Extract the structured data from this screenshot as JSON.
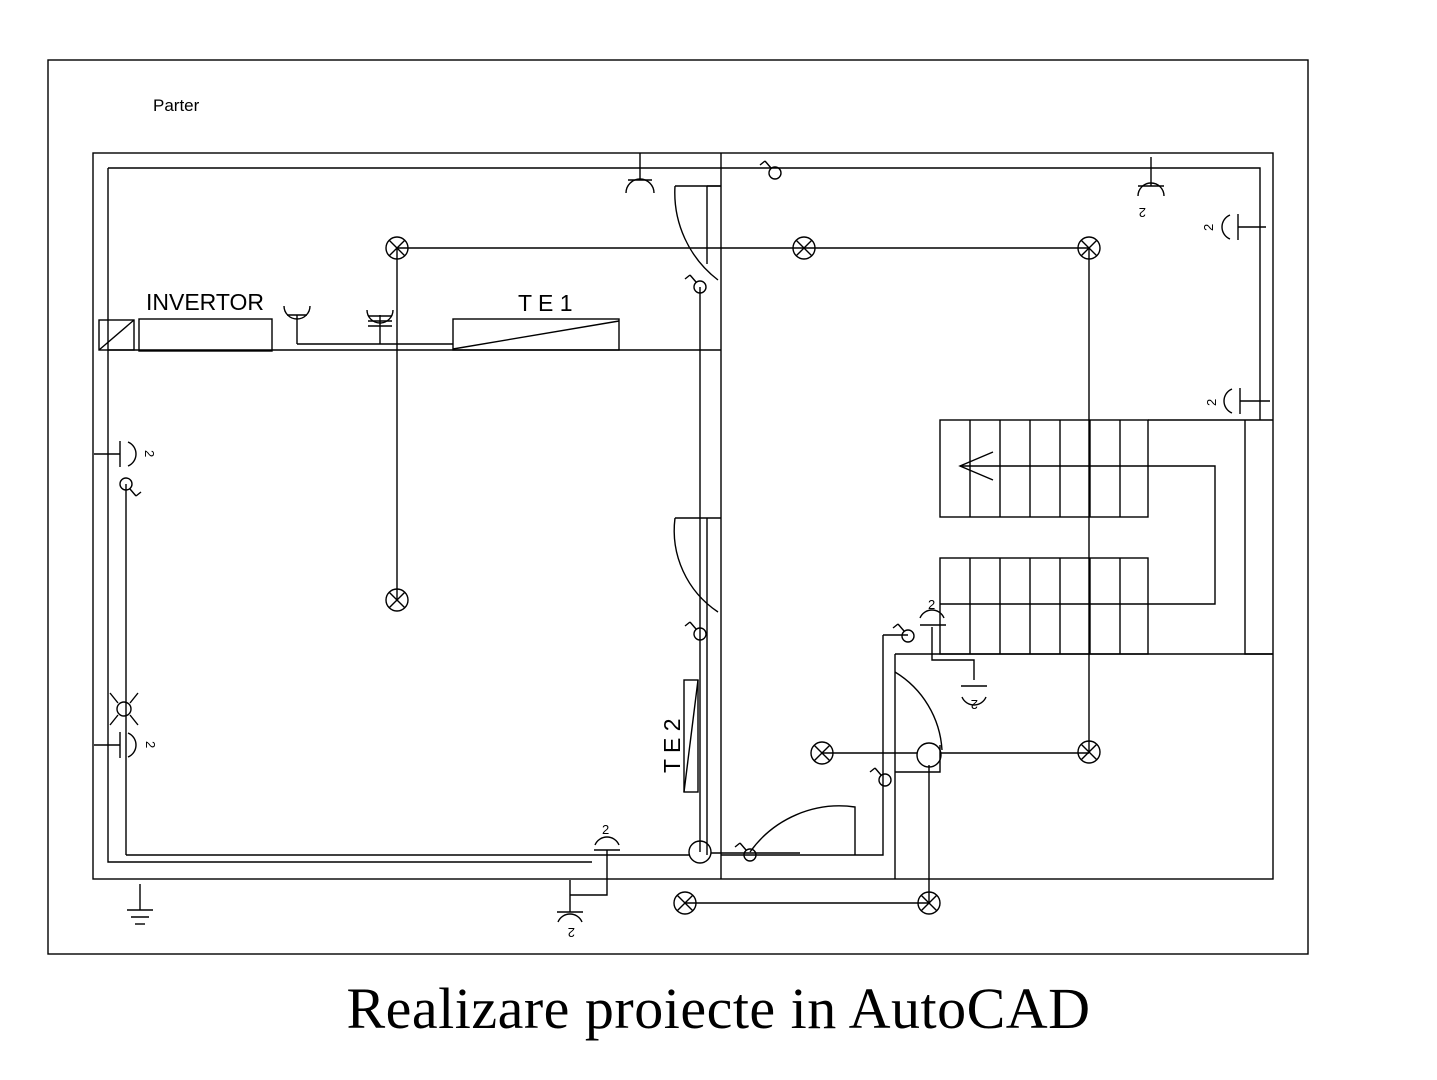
{
  "drawing": {
    "floor_label": "Parter",
    "inverter_label": "INVERTOR",
    "panel_1_label": "T E 1",
    "panel_2_label": "T E 2",
    "circuit_number": "2",
    "caption": "Realizare proiecte in AutoCAD"
  },
  "symbols": {
    "ceiling_light": "circle-x-icon",
    "wall_switch": "switch-icon",
    "socket": "socket-icon",
    "double_socket": "double-socket-icon",
    "ground": "ground-icon",
    "distribution_board": "panel-icon"
  }
}
